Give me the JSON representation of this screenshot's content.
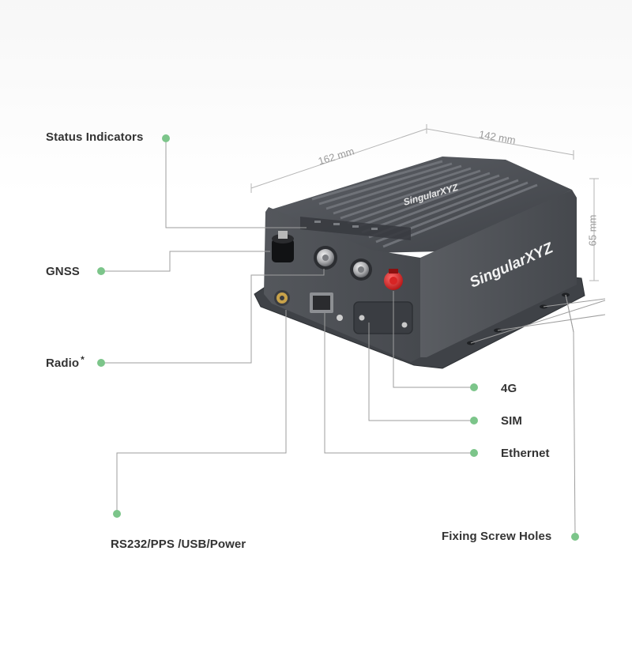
{
  "dimensions": {
    "length": "162 mm",
    "width": "142 mm",
    "height": "65 mm"
  },
  "device": {
    "brand_top": "SingularXYZ",
    "brand_front": "SingularXYZ"
  },
  "callouts": {
    "status_indicators": "Status Indicators",
    "gnss": "GNSS",
    "radio": "Radio",
    "radio_mark": "*",
    "rs232": "RS232/PPS /USB/Power",
    "g4": "4G",
    "sim": "SIM",
    "ethernet": "Ethernet",
    "fixing_screw_holes": "Fixing Screw Holes"
  },
  "colors": {
    "dot": "#7cc58a",
    "leader_line": "#9e9e9e",
    "device_body": "#4a4d52"
  }
}
